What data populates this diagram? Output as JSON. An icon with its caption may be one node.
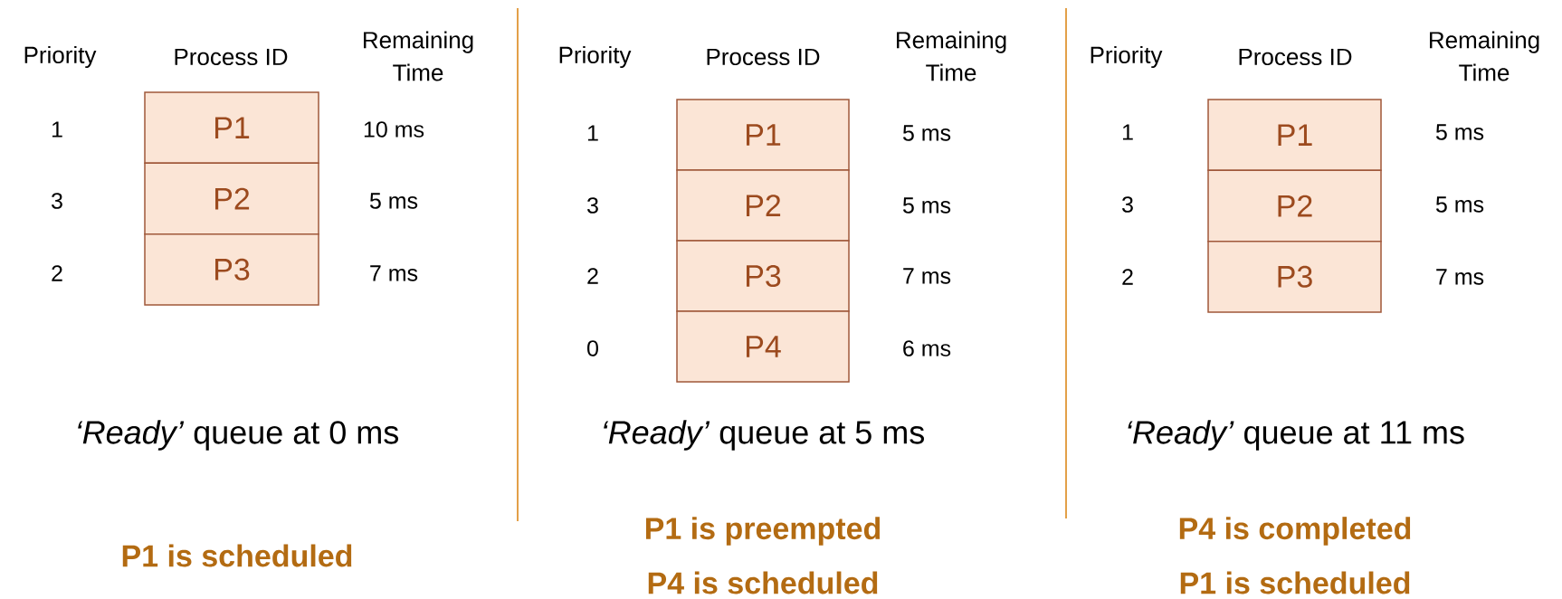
{
  "diagram": {
    "nodes": [
      {
        "text": [
          "P1"
        ]
      },
      {
        "text": [
          "P2"
        ]
      },
      {
        "text": [
          "P3"
        ]
      },
      {
        "text": [
          "P1"
        ]
      },
      {
        "text": [
          "P2"
        ]
      },
      {
        "text": [
          "P3"
        ]
      },
      {
        "text": [
          "P4"
        ]
      },
      {
        "text": [
          "P1"
        ]
      },
      {
        "text": [
          "P2"
        ]
      },
      {
        "text": [
          "P3"
        ]
      }
    ],
    "labels": [
      "Priority",
      "Process ID",
      "Remaining Time",
      "1",
      "10 ms",
      "3",
      "5 ms",
      "2",
      "7 ms",
      "*‘Ready’* queue at 0 ms",
      "P1 is scheduled",
      "Priority",
      "Process ID",
      "Remaining Time",
      "1",
      "5 ms",
      "3",
      "5 ms",
      "2",
      "7 ms",
      "0",
      "6 ms",
      "*‘Ready’* queue at 5 ms",
      "P1 is preempted",
      "P4 is scheduled",
      "Priority",
      "Process ID",
      "Remaining Time",
      "1",
      "5 ms",
      "3",
      "5 ms",
      "2",
      "7 ms",
      "*‘Ready’* queue at 11 ms",
      "P4 is completed",
      "P1 is scheduled"
    ]
  }
}
